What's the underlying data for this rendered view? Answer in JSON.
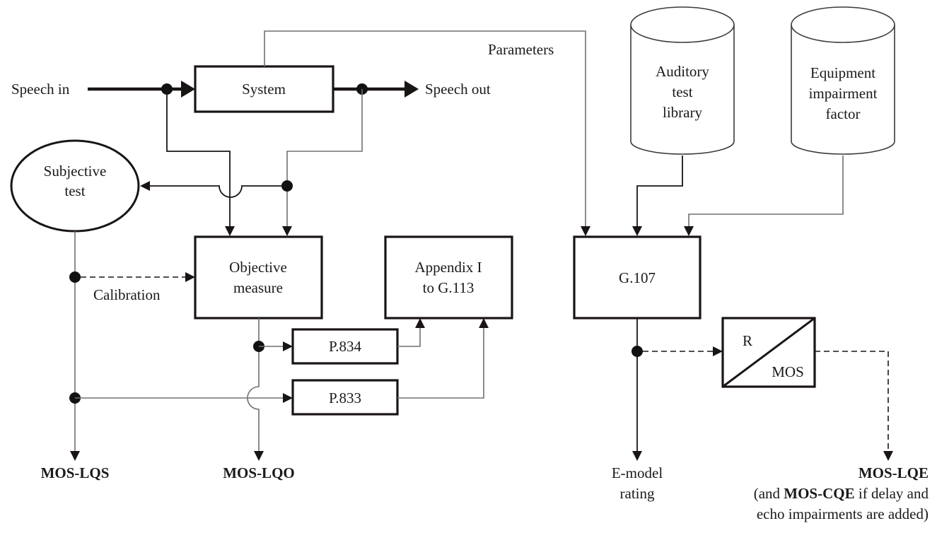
{
  "diagram": {
    "type": "block-diagram",
    "inputs": {
      "speech_in": "Speech in",
      "speech_out": "Speech out",
      "parameters": "Parameters"
    },
    "nodes": {
      "system": "System",
      "subjective_test": [
        "Subjective",
        "test"
      ],
      "objective_measure": [
        "Objective",
        "measure"
      ],
      "appendix": [
        "Appendix I",
        "to G.113"
      ],
      "p834": "P.834",
      "p833": "P.833",
      "g107": "G.107",
      "auditory_library": [
        "Auditory",
        "test",
        "library"
      ],
      "equipment_factor": [
        "Equipment",
        "impairment",
        "factor"
      ],
      "r_mos": {
        "top": "R",
        "bottom": "MOS"
      }
    },
    "labels": {
      "calibration": "Calibration"
    },
    "outputs": {
      "mos_lqs": "MOS-LQS",
      "mos_lqo": "MOS-LQO",
      "emodel": [
        "E-model",
        "rating"
      ],
      "mos_lqe": "MOS-LQE",
      "mos_lqe_note_prefix": "(and ",
      "mos_cqe": "MOS-CQE",
      "mos_lqe_note_suffix": " if delay and",
      "mos_lqe_note_line2": "echo impairments are added)"
    },
    "edges": [
      {
        "from": "Speech in",
        "to": "System",
        "style": "thick"
      },
      {
        "from": "System",
        "to": "Speech out",
        "style": "thick"
      },
      {
        "from": "System",
        "to": "G.107",
        "label": "Parameters"
      },
      {
        "from": "Speech in tap",
        "to": "Objective measure"
      },
      {
        "from": "Speech out tap",
        "to": "Objective measure"
      },
      {
        "from": "Speech out tap",
        "to": "Subjective test"
      },
      {
        "from": "Subjective test",
        "to": "Objective measure",
        "label": "Calibration",
        "style": "dashed"
      },
      {
        "from": "Subjective test",
        "to": "P.833"
      },
      {
        "from": "Subjective test",
        "to": "MOS-LQS"
      },
      {
        "from": "Objective measure",
        "to": "P.834"
      },
      {
        "from": "Objective measure",
        "to": "MOS-LQO"
      },
      {
        "from": "P.834",
        "to": "Appendix I to G.113"
      },
      {
        "from": "P.833",
        "to": "Appendix I to G.113"
      },
      {
        "from": "Auditory test library",
        "to": "G.107"
      },
      {
        "from": "Equipment impairment factor",
        "to": "G.107"
      },
      {
        "from": "G.107",
        "to": "E-model rating"
      },
      {
        "from": "G.107",
        "to": "R/MOS",
        "style": "dashed"
      },
      {
        "from": "R/MOS",
        "to": "MOS-LQE",
        "style": "dashed"
      }
    ]
  }
}
